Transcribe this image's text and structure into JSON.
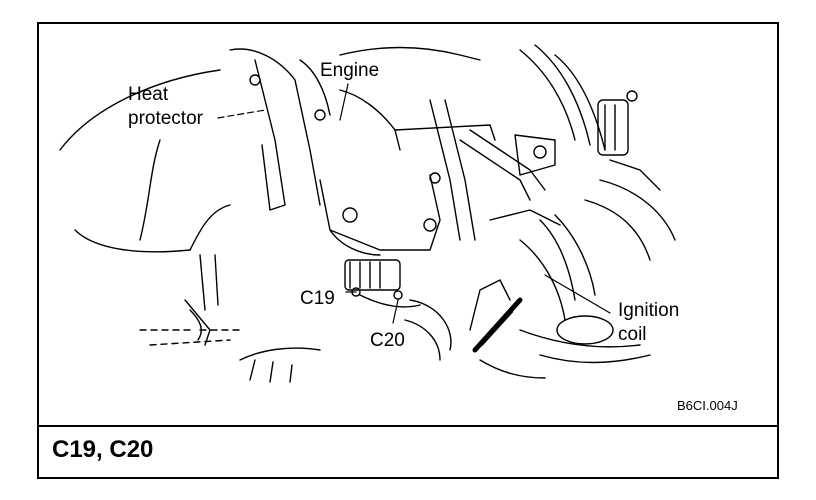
{
  "labels": {
    "heat_line1": "Heat",
    "heat_line2": "protector",
    "engine": "Engine",
    "c19": "C19",
    "c20": "C20",
    "ignition_line1": "Ignition",
    "ignition_line2": "coil"
  },
  "figure_code": "B6CI.004J",
  "caption": "C19, C20",
  "colors": {
    "line": "#000000",
    "background": "#ffffff"
  }
}
